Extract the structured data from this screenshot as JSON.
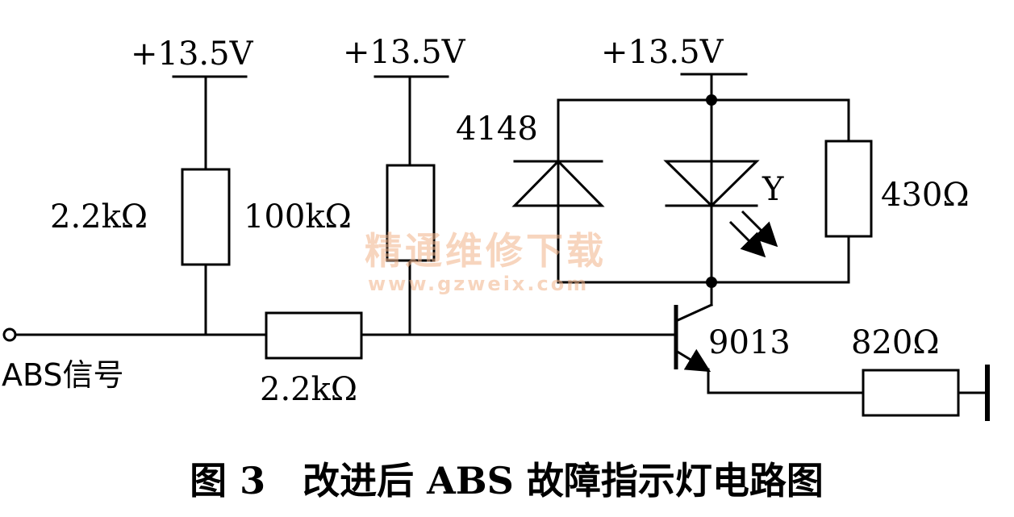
{
  "supply_left": "+13.5V",
  "supply_middle": "+13.5V",
  "supply_right": "+13.5V",
  "resistor_pullup_left": "2.2kΩ",
  "resistor_pullup_middle": "100kΩ",
  "resistor_series": "2.2kΩ",
  "resistor_led_parallel": "430Ω",
  "resistor_emitter": "820Ω",
  "diode": "4148",
  "led": "Y",
  "transistor": "9013",
  "input_signal": "ABS信号",
  "caption": "图 3　改进后 ABS 故障指示灯电路图",
  "watermark_cn": "精通维修下载",
  "watermark_url": "www.gzweix.com"
}
